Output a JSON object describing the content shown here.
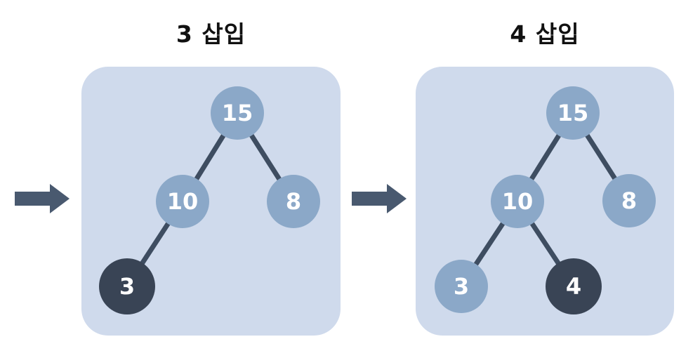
{
  "diagrams": [
    {
      "title": "3 삽입",
      "inserted_value": "3",
      "nodes": [
        {
          "value": "15",
          "state": "existing"
        },
        {
          "value": "10",
          "state": "existing"
        },
        {
          "value": "8",
          "state": "existing"
        },
        {
          "value": "3",
          "state": "inserted"
        }
      ],
      "edges": [
        [
          "15",
          "10"
        ],
        [
          "15",
          "8"
        ],
        [
          "10",
          "3"
        ]
      ]
    },
    {
      "title": "4 삽입",
      "inserted_value": "4",
      "nodes": [
        {
          "value": "15",
          "state": "existing"
        },
        {
          "value": "10",
          "state": "existing"
        },
        {
          "value": "8",
          "state": "existing"
        },
        {
          "value": "3",
          "state": "existing"
        },
        {
          "value": "4",
          "state": "inserted"
        }
      ],
      "edges": [
        [
          "15",
          "10"
        ],
        [
          "15",
          "8"
        ],
        [
          "10",
          "3"
        ],
        [
          "10",
          "4"
        ]
      ]
    }
  ],
  "colors": {
    "page_bg": "#ffffff",
    "panel_bg": "#cfdaec",
    "node_light": "#8ba8c8",
    "node_dark": "#394455",
    "edge": "#3e4d61",
    "arrow": "#49596f",
    "title_text": "#111111",
    "node_text": "#ffffff"
  }
}
